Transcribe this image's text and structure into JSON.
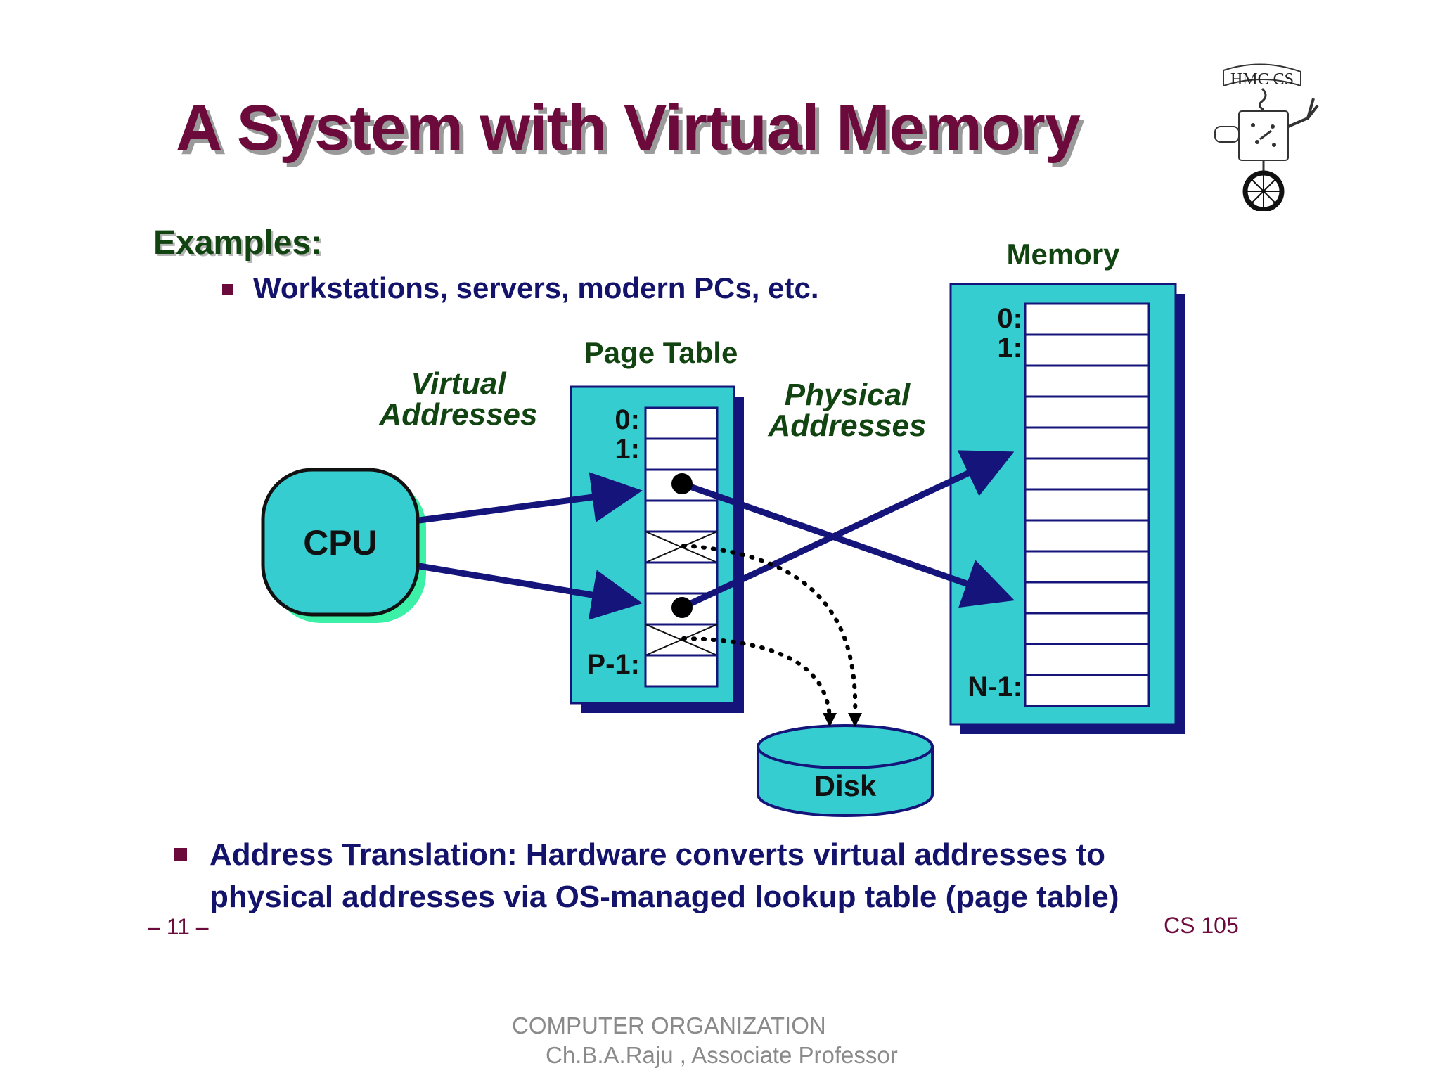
{
  "title": "A System with Virtual Memory",
  "examples": {
    "heading": "Examples:",
    "item": "Workstations, servers, modern PCs, etc."
  },
  "diagram": {
    "cpu_label": "CPU",
    "page_table_label": "Page Table",
    "virtual_addresses": [
      "Virtual",
      "Addresses"
    ],
    "physical_addresses": [
      "Physical",
      "Addresses"
    ],
    "memory_label": "Memory",
    "disk_label": "Disk",
    "page_table_indices": {
      "first": "0:",
      "second": "1:",
      "last": "P-1:"
    },
    "memory_indices": {
      "first": "0:",
      "second": "1:",
      "last": "N-1:"
    }
  },
  "bottom_bullet": {
    "line1": "Address Translation: Hardware converts virtual addresses to",
    "line2": "physical addresses via OS-managed lookup table (page table)"
  },
  "page_number": "– 11 –",
  "course_code": "CS 105",
  "footer": {
    "course_name": "COMPUTER ORGANIZATION",
    "author": "Ch.B.A.Raju , Associate Professor"
  },
  "logo_text": "HMC CS",
  "colors": {
    "title": "#6b0a3b",
    "body_text": "#13136b",
    "label_green": "#114411",
    "box_fill": "#36cdd0",
    "box_shadow": "#14147a",
    "arrow": "#14147a"
  }
}
